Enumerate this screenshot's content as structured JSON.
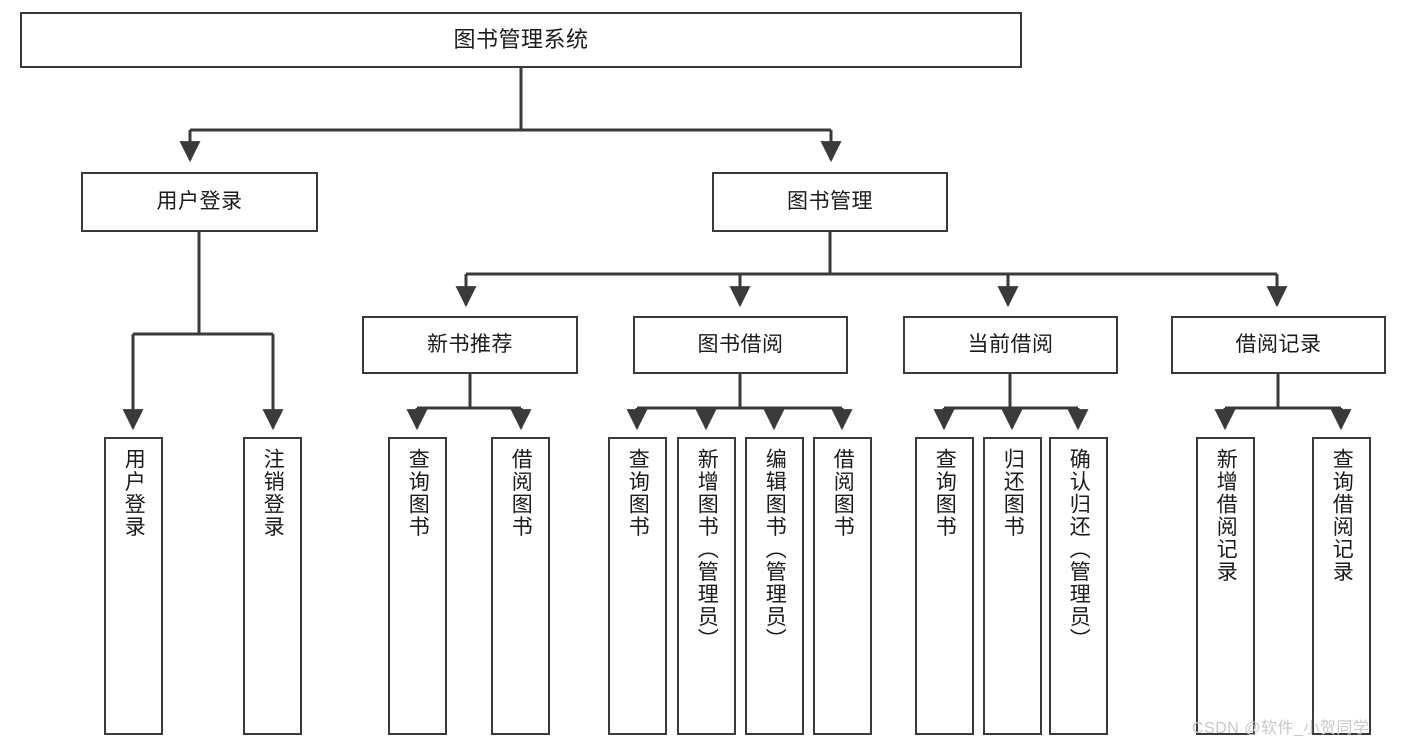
{
  "diagram": {
    "title": "图书管理系统",
    "type": "hierarchy-tree",
    "style": {
      "background": "#ffffff",
      "box_border": "#3a3a3a",
      "connector": "#3a3a3a",
      "text": "#1b1b1b"
    },
    "levels": [
      {
        "level": 1,
        "nodes": [
          {
            "id": "root",
            "label": "图书管理系统",
            "orientation": "horizontal"
          }
        ]
      },
      {
        "level": 2,
        "nodes": [
          {
            "id": "login",
            "label": "用户登录",
            "orientation": "horizontal",
            "parent": "root"
          },
          {
            "id": "bookmgmt",
            "label": "图书管理",
            "orientation": "horizontal",
            "parent": "root"
          }
        ]
      },
      {
        "level": 3,
        "nodes": [
          {
            "id": "newbook",
            "label": "新书推荐",
            "orientation": "horizontal",
            "parent": "bookmgmt"
          },
          {
            "id": "borrow",
            "label": "图书借阅",
            "orientation": "horizontal",
            "parent": "bookmgmt"
          },
          {
            "id": "current",
            "label": "当前借阅",
            "orientation": "horizontal",
            "parent": "bookmgmt"
          },
          {
            "id": "records",
            "label": "借阅记录",
            "orientation": "horizontal",
            "parent": "bookmgmt"
          }
        ]
      },
      {
        "level": 4,
        "nodes": [
          {
            "id": "leaf-1",
            "label": "用户登录",
            "orientation": "vertical",
            "parent": "login"
          },
          {
            "id": "leaf-2",
            "label": "注销登录",
            "orientation": "vertical",
            "parent": "login"
          },
          {
            "id": "leaf-3",
            "label": "查询图书",
            "orientation": "vertical",
            "parent": "newbook"
          },
          {
            "id": "leaf-4",
            "label": "借阅图书",
            "orientation": "vertical",
            "parent": "newbook"
          },
          {
            "id": "leaf-5",
            "label": "查询图书",
            "orientation": "vertical",
            "parent": "borrow"
          },
          {
            "id": "leaf-6",
            "label": "新增图书（管理员）",
            "orientation": "vertical",
            "parent": "borrow"
          },
          {
            "id": "leaf-7",
            "label": "编辑图书（管理员）",
            "orientation": "vertical",
            "parent": "borrow"
          },
          {
            "id": "leaf-8",
            "label": "借阅图书",
            "orientation": "vertical",
            "parent": "borrow"
          },
          {
            "id": "leaf-9",
            "label": "查询图书",
            "orientation": "vertical",
            "parent": "current"
          },
          {
            "id": "leaf-10",
            "label": "归还图书",
            "orientation": "vertical",
            "parent": "current"
          },
          {
            "id": "leaf-11",
            "label": "确认归还（管理员）",
            "orientation": "vertical",
            "parent": "current"
          },
          {
            "id": "leaf-12",
            "label": "新增借阅记录",
            "orientation": "vertical",
            "parent": "records"
          },
          {
            "id": "leaf-13",
            "label": "查询借阅记录",
            "orientation": "vertical",
            "parent": "records"
          }
        ]
      }
    ]
  },
  "watermark": {
    "text": "CSDN @软件_小贺同学"
  }
}
